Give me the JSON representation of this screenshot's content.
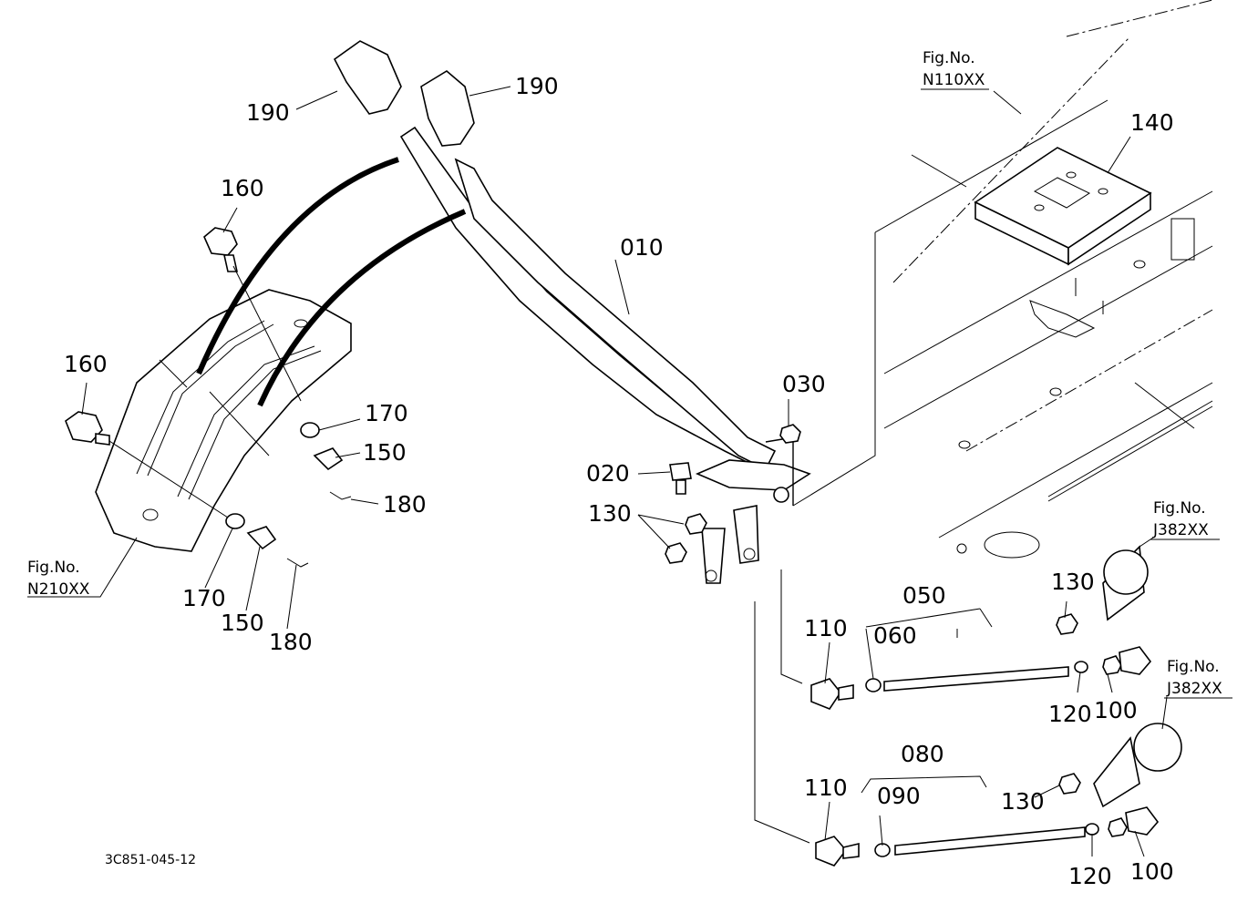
{
  "callouts": {
    "c010": "010",
    "c020": "020",
    "c030": "030",
    "c050": "050",
    "c060": "060",
    "c080": "080",
    "c090": "090",
    "c100a": "100",
    "c100b": "100",
    "c110a": "110",
    "c110b": "110",
    "c120a": "120",
    "c120b": "120",
    "c130a": "130",
    "c130b": "130",
    "c130c": "130",
    "c140": "140",
    "c150a": "150",
    "c150b": "150",
    "c160a": "160",
    "c160b": "160",
    "c170a": "170",
    "c170b": "170",
    "c180a": "180",
    "c180b": "180",
    "c190a": "190",
    "c190b": "190"
  },
  "figure_refs": {
    "n110_fig": "Fig.No.",
    "n110_num": "N110XX",
    "n210_fig": "Fig.No.",
    "n210_num": "N210XX",
    "j382a_fig": "Fig.No.",
    "j382a_num": "J382XX",
    "j382b_fig": "Fig.No.",
    "j382b_num": "J382XX"
  },
  "drawing_code": "3C851-045-12"
}
